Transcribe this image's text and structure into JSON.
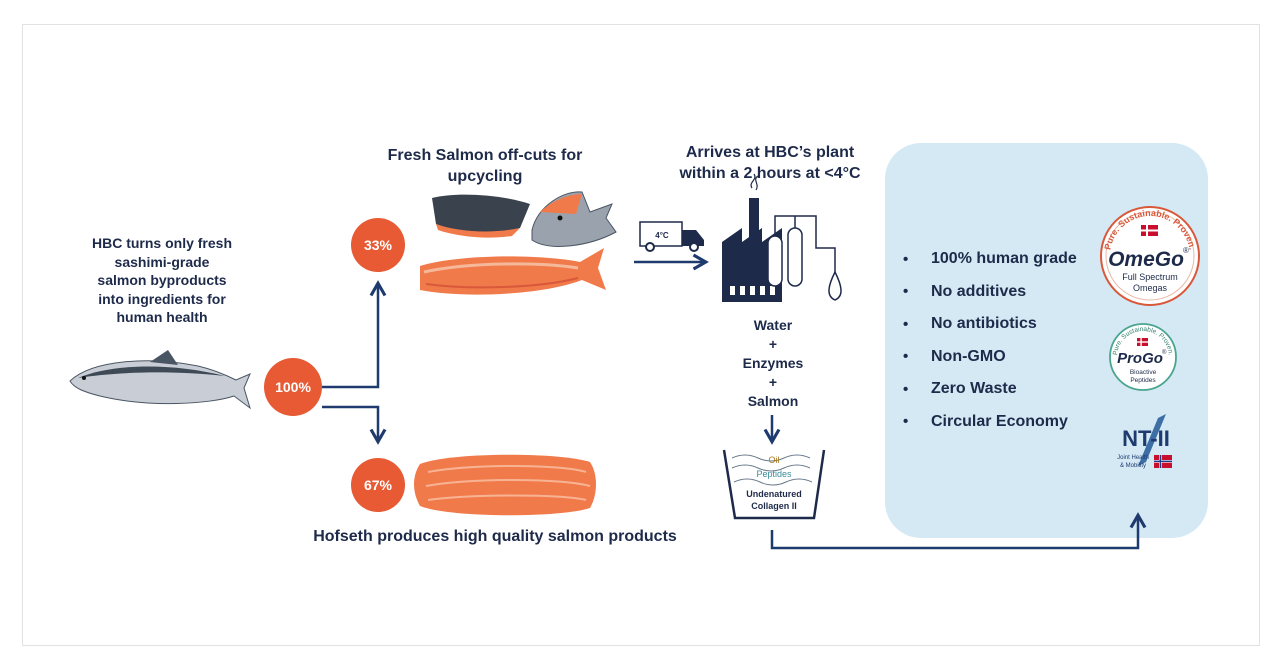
{
  "intro_text": [
    "HBC turns only fresh",
    "sashimi-grade",
    "salmon byproducts",
    "into ingredients  for",
    "human health"
  ],
  "percent_total": "100%",
  "percent_offcuts": "33%",
  "percent_products": "67%",
  "offcuts_label": [
    "Fresh Salmon off-cuts for",
    "upcycling"
  ],
  "plant_label": [
    "Arrives at HBC’s plant",
    "within a 2 hours at <4°C"
  ],
  "truck_temp": "4°C",
  "process_inputs": [
    "Water",
    "+",
    "Enzymes",
    "+",
    "Salmon"
  ],
  "vessel_layers": {
    "oil": "Oil",
    "peptides": "Peptides",
    "collagen": [
      "Undenatured",
      "Collagen II"
    ]
  },
  "products_label": "Hofseth produces high quality salmon products",
  "benefits": [
    "100% human grade",
    "No additives",
    "No antibiotics",
    "Non-GMO",
    "Zero Waste",
    "Circular Economy"
  ],
  "bullet_symbol": "•",
  "brands": {
    "omego": {
      "ring": "Pure. Sustainable. Proven.",
      "name": "OmeGo",
      "mark": "®",
      "sub": [
        "Full Spectrum",
        "Omegas"
      ]
    },
    "progo": {
      "ring": "Pure. Sustainable. Proven.",
      "name": "ProGo",
      "mark": "®",
      "sub": [
        "Bioactive",
        "Peptides"
      ]
    },
    "ntii": {
      "name": "NT-II",
      "sub": [
        "Joint Health",
        "& Mobility"
      ]
    }
  },
  "colors": {
    "accent": "#e85a34",
    "navy": "#1e3a6e",
    "text": "#1e2a4a",
    "panel": "#d4e9f4",
    "salmon": "#f07a4a"
  }
}
